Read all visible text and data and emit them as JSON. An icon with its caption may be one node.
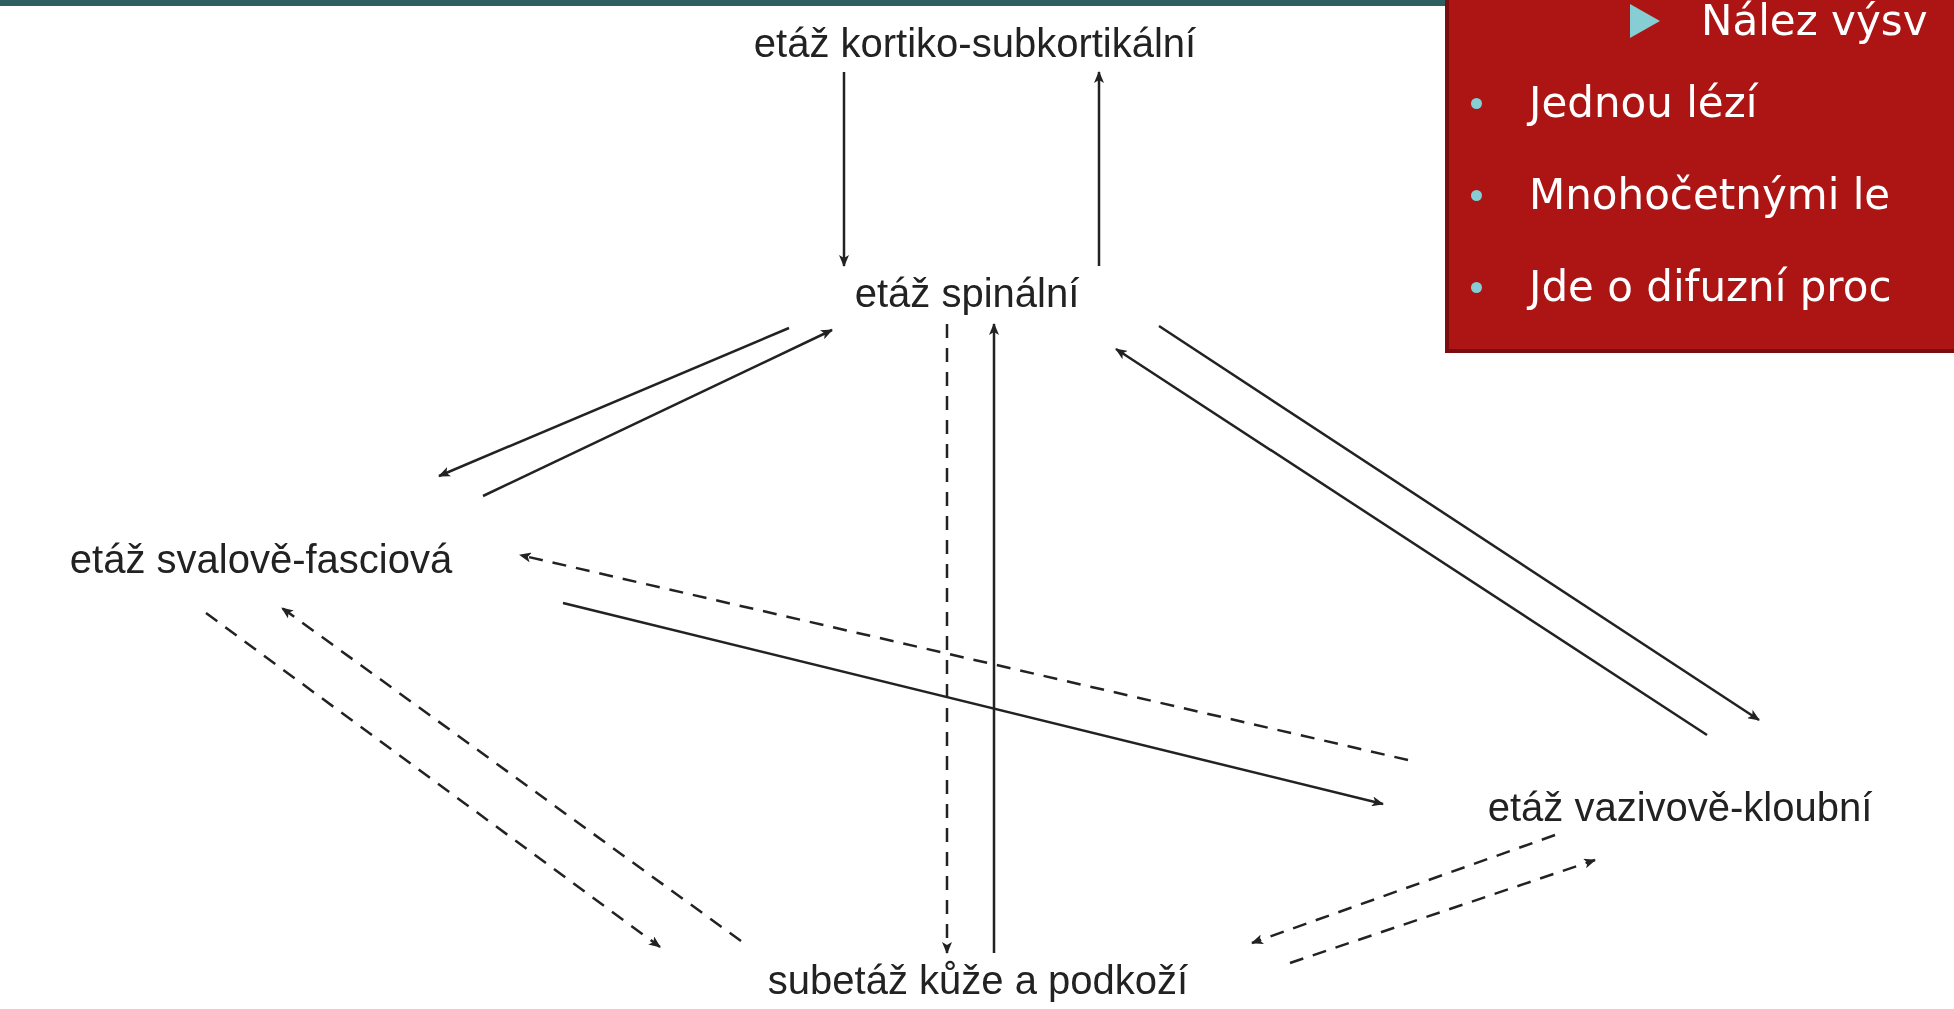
{
  "diagram": {
    "nodes": [
      {
        "text": [
          "etáž kortiko-subkortikální"
        ]
      },
      {
        "text": [
          "etáž spinální"
        ]
      },
      {
        "text": [
          "etáž svalově-fasciová"
        ]
      },
      {
        "text": [
          "etáž vazivově-kloubní"
        ]
      },
      {
        "text": [
          "subetáž kůže a podkoží"
        ]
      },
      {
        "text": [
          "Nález výsv",
          "Jednou lézí",
          "Mnohočetnými le",
          "Jde o difuzní proc"
        ]
      }
    ],
    "edges": [
      {
        "from": 0,
        "to": 1,
        "arrow": "to"
      },
      {
        "from": 1,
        "to": 0,
        "arrow": "to"
      },
      {
        "from": 1,
        "to": 2,
        "arrow": "to"
      },
      {
        "from": 2,
        "to": 1,
        "arrow": "to"
      },
      {
        "from": 1,
        "to": 4,
        "arrow": "to",
        "style": "dashed"
      },
      {
        "from": 4,
        "to": 1,
        "arrow": "to"
      },
      {
        "from": 1,
        "to": 3,
        "arrow": "to"
      },
      {
        "from": 3,
        "to": 1,
        "arrow": "to"
      },
      {
        "from": 3,
        "to": 2,
        "arrow": "to",
        "style": "dashed"
      },
      {
        "from": 2,
        "to": 3,
        "arrow": "to"
      },
      {
        "from": 2,
        "to": 4,
        "arrow": "to",
        "style": "dashed"
      },
      {
        "from": 4,
        "to": 2,
        "arrow": "to",
        "style": "dashed"
      },
      {
        "from": 3,
        "to": 4,
        "arrow": "to",
        "style": "dashed"
      },
      {
        "from": 4,
        "to": 3,
        "arrow": "to",
        "style": "dashed"
      }
    ]
  }
}
